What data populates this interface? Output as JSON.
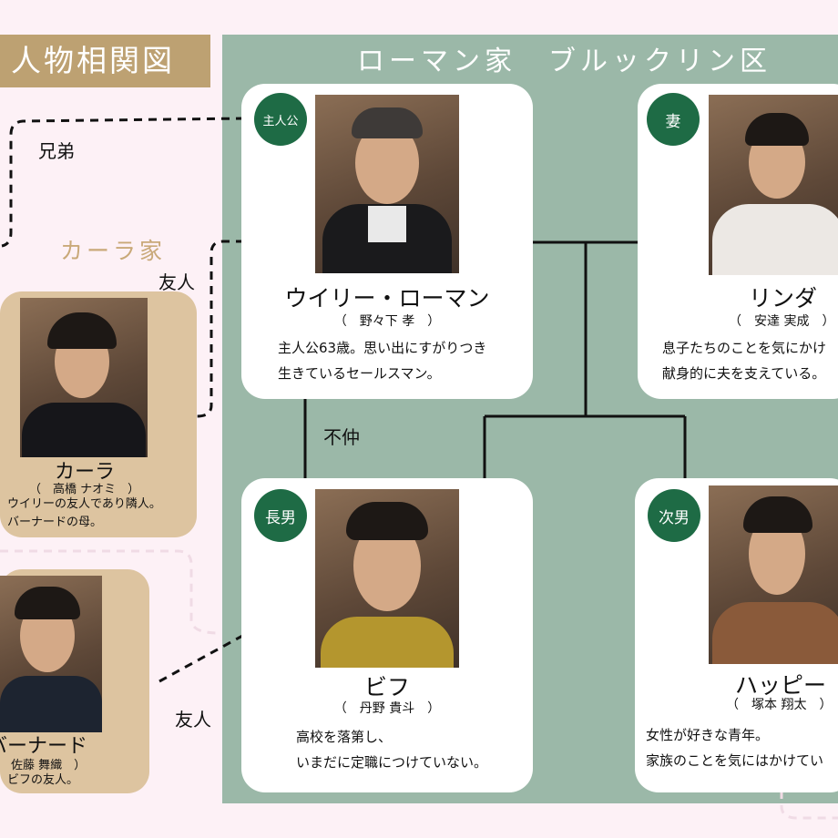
{
  "header": {
    "title": "人物相関図"
  },
  "families": {
    "roman": "ローマン家　ブルックリン区",
    "karla": "カーラ家"
  },
  "relations": {
    "brothers": "兄弟",
    "friend_karla": "友人",
    "discord": "不仲",
    "friend_bernard": "友人"
  },
  "characters": {
    "willy": {
      "role": "主人公",
      "name": "ウイリー・ローマン",
      "actor": "（　野々下 孝　）",
      "desc1": "主人公63歳。思い出にすがりつき",
      "desc2": "生きているセールスマン。"
    },
    "linda": {
      "role": "妻",
      "name": "リンダ",
      "actor": "（　安達 実成　）",
      "desc1": "息子たちのことを気にかけ",
      "desc2": "献身的に夫を支えている。"
    },
    "biff": {
      "role": "長男",
      "name": "ビフ",
      "actor": "（　丹野 貴斗　）",
      "desc1": "高校を落第し、",
      "desc2": "いまだに定職につけていない。"
    },
    "happy": {
      "role": "次男",
      "name": "ハッピー",
      "actor": "（　塚本 翔太　）",
      "desc1": "女性が好きな青年。",
      "desc2": "家族のことを気にはかけてい"
    },
    "karla": {
      "name": "カーラ",
      "actor": "（　高橋 ナオミ　）",
      "desc1": "ウイリーの友人であり隣人。",
      "desc2": "バーナードの母。"
    },
    "bernard": {
      "name": "バーナード",
      "actor": "佐藤 舞織　）",
      "desc1": "ビフの友人。"
    }
  },
  "colors": {
    "background": "#fdf1f6",
    "title_box": "#bda172",
    "family_panel": "#9bb8a8",
    "badge": "#1e6b45",
    "side_card": "#ddc4a0"
  }
}
